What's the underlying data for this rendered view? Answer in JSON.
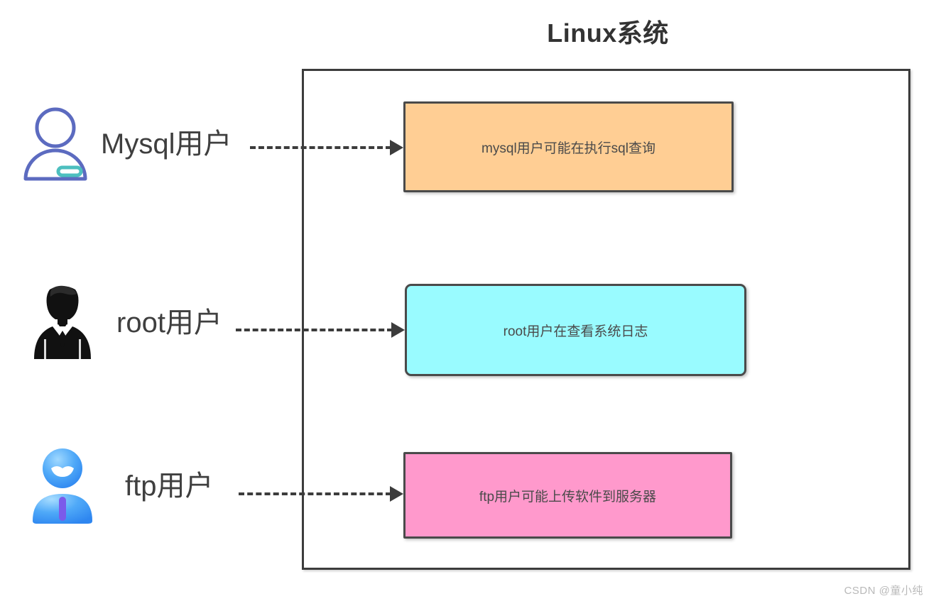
{
  "diagram": {
    "title": "Linux系统",
    "watermark": "CSDN @童小纯",
    "colors": {
      "container_border": "#3c3c3c",
      "box_border": "#4a4a4a",
      "mysql_fill": "#FFCE94",
      "root_fill": "#99FBFF",
      "ftp_fill": "#FF99CC",
      "mysql_icon_outline": "#5C6BC0",
      "mysql_icon_badge": "#4DBFBF",
      "root_icon": "#111111",
      "ftp_icon": "#3FA0F5",
      "text": "#4a4a4a",
      "watermark": "#b9b9b9"
    },
    "users": [
      {
        "id": "mysql",
        "label": "Mysql用户",
        "icon": "user-outline-badge-icon",
        "process": "mysql用户可能在执行sql查询",
        "arrow": "dashed-arrow-right-icon"
      },
      {
        "id": "root",
        "label": "root用户",
        "icon": "user-suit-silhouette-icon",
        "process": "root用户在查看系统日志",
        "arrow": "dashed-arrow-right-icon"
      },
      {
        "id": "ftp",
        "label": "ftp用户",
        "icon": "user-blue-avatar-icon",
        "process": "ftp用户可能上传软件到服务器",
        "arrow": "dashed-arrow-right-icon"
      }
    ]
  }
}
